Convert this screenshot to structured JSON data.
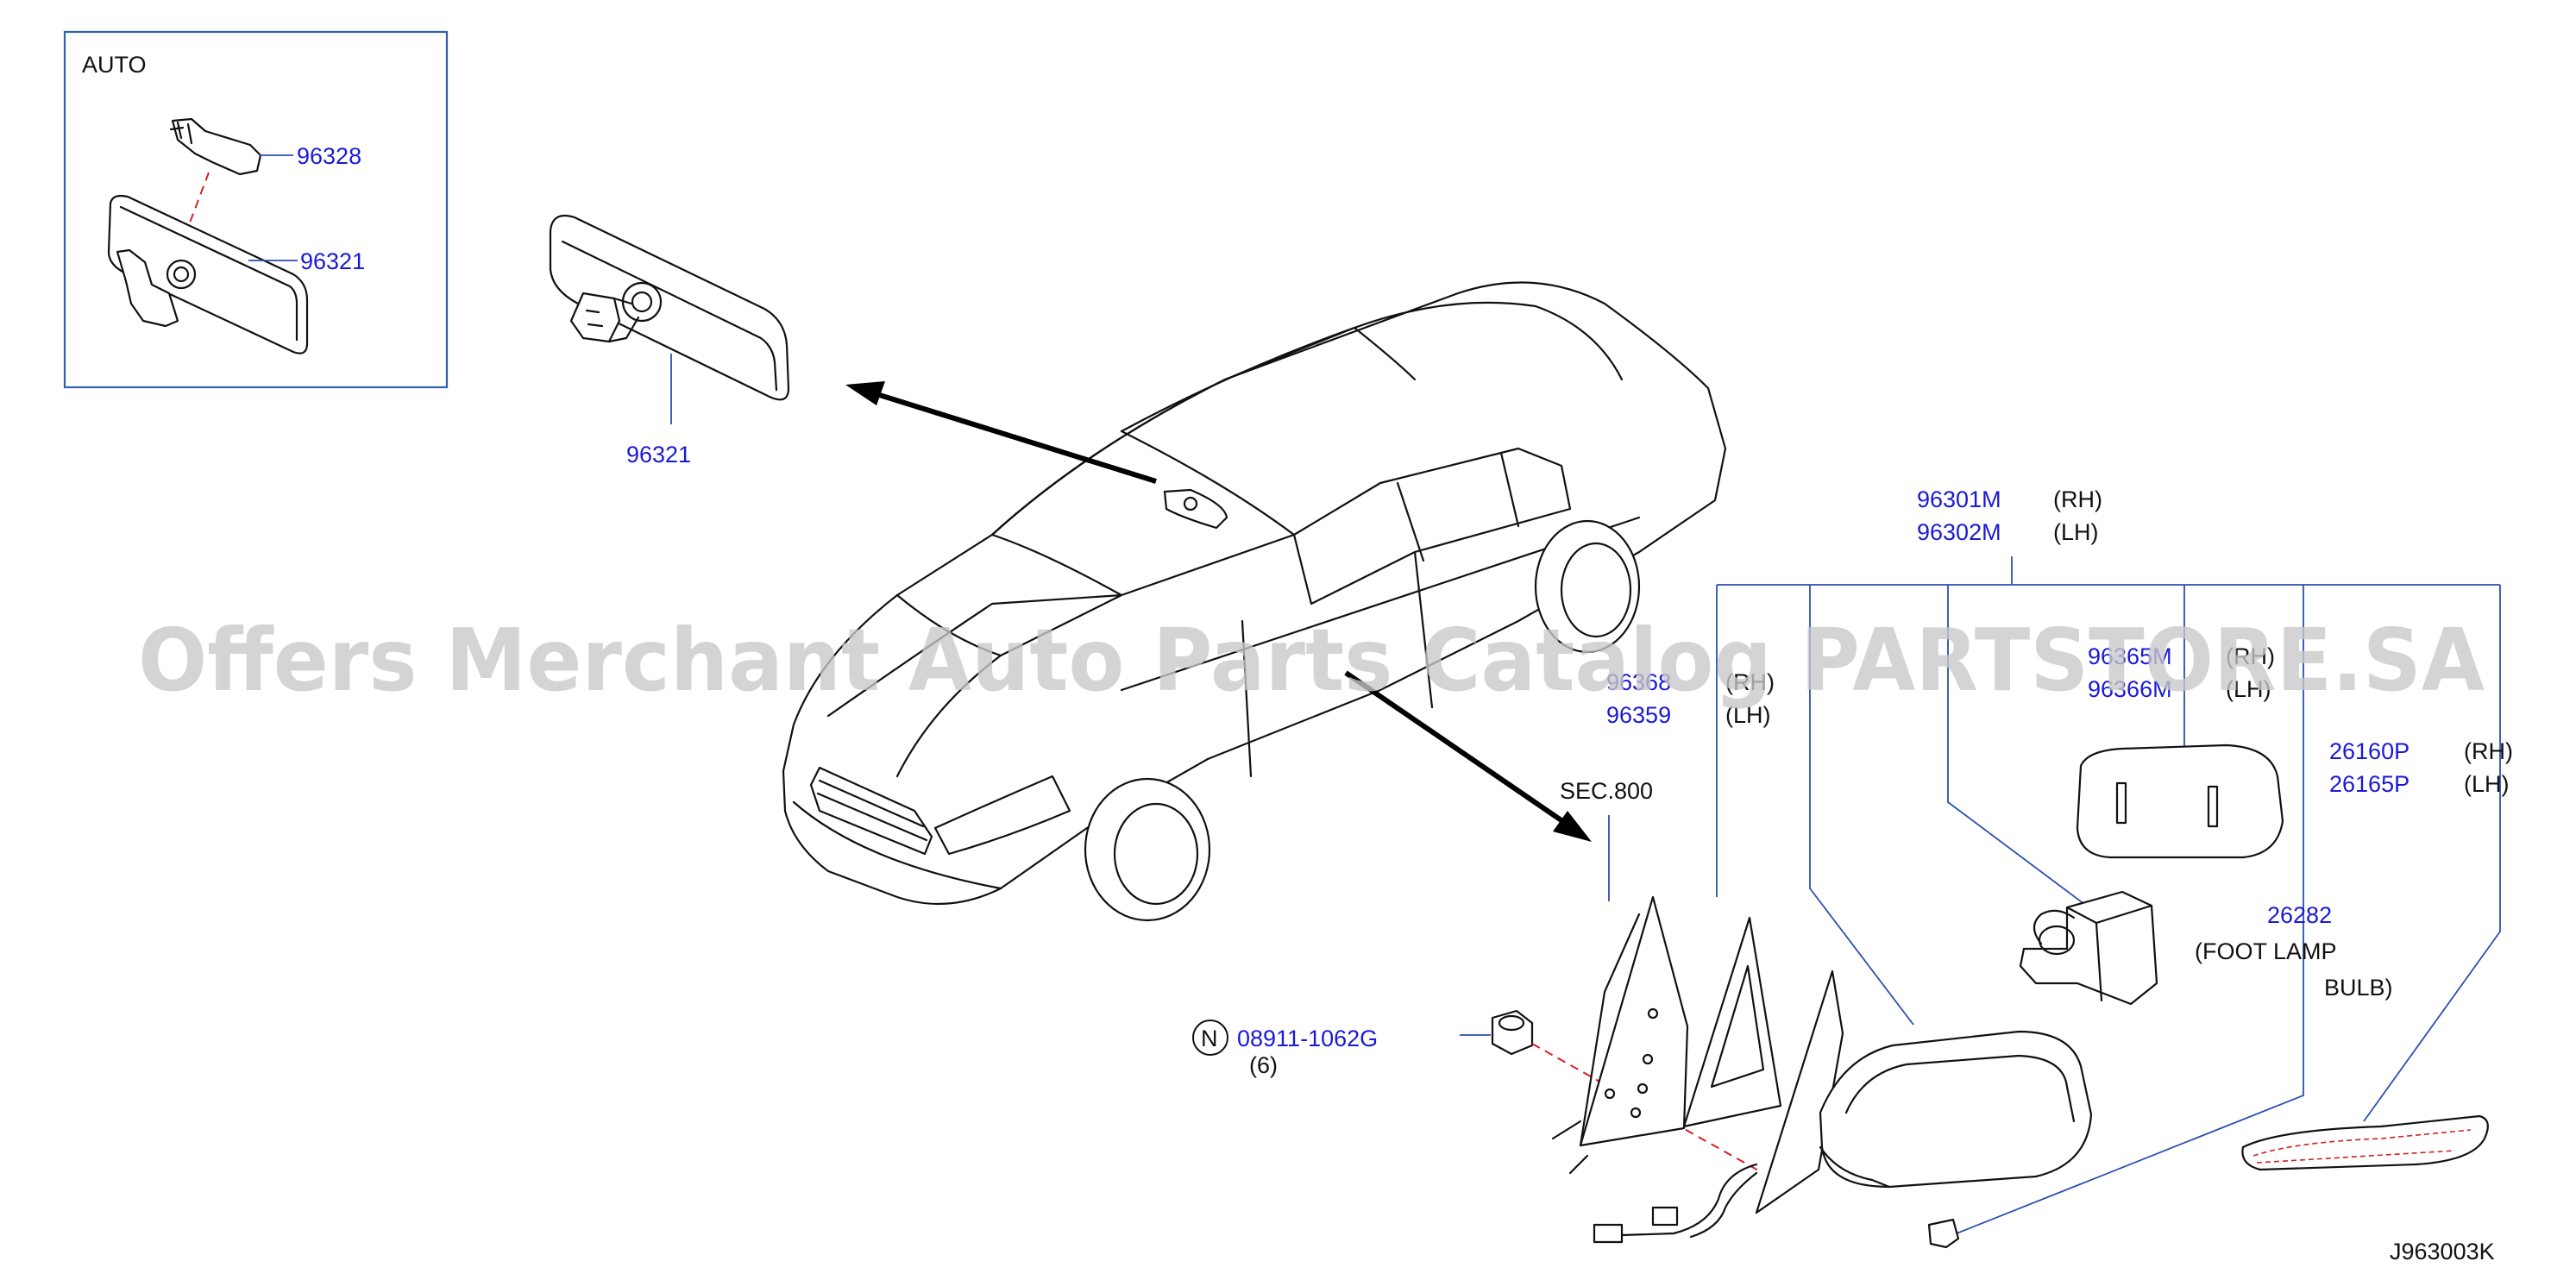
{
  "inset": {
    "title": "AUTO",
    "part_upper": "96328",
    "part_lower": "96321"
  },
  "rear_mirror": {
    "part": "96321"
  },
  "mirror_assy": {
    "part_rh": "96301M",
    "suffix_rh": "(RH)",
    "part_lh": "96302M",
    "suffix_lh": "(LH)"
  },
  "mirror_cover": {
    "part_rh": "96368",
    "suffix_rh": "(RH)",
    "part_lh": "96359",
    "suffix_lh": "(LH)"
  },
  "mirror_glass": {
    "part_rh": "96365M",
    "suffix_rh": "(RH)",
    "part_lh": "96366M",
    "suffix_lh": "(LH)"
  },
  "side_lamp": {
    "part_rh": "26160P",
    "suffix_rh": "(RH)",
    "part_lh": "26165P",
    "suffix_lh": "(LH)"
  },
  "foot_lamp": {
    "part": "26282",
    "line1": "(FOOT   LAMP",
    "line2": "BULB)"
  },
  "section_ref": "SEC.800",
  "nut": {
    "symbol": "N",
    "part": "08911-1062G",
    "qty": "(6)"
  },
  "diagram_code": "J963003K",
  "watermark": "Offers Merchant Auto Parts Catalog PARTSTORE.SA",
  "colors": {
    "part_number": "#1a1ad6",
    "leader": "#2c4fb0",
    "dash": "#d42020",
    "watermark": "#c9c9c9"
  }
}
